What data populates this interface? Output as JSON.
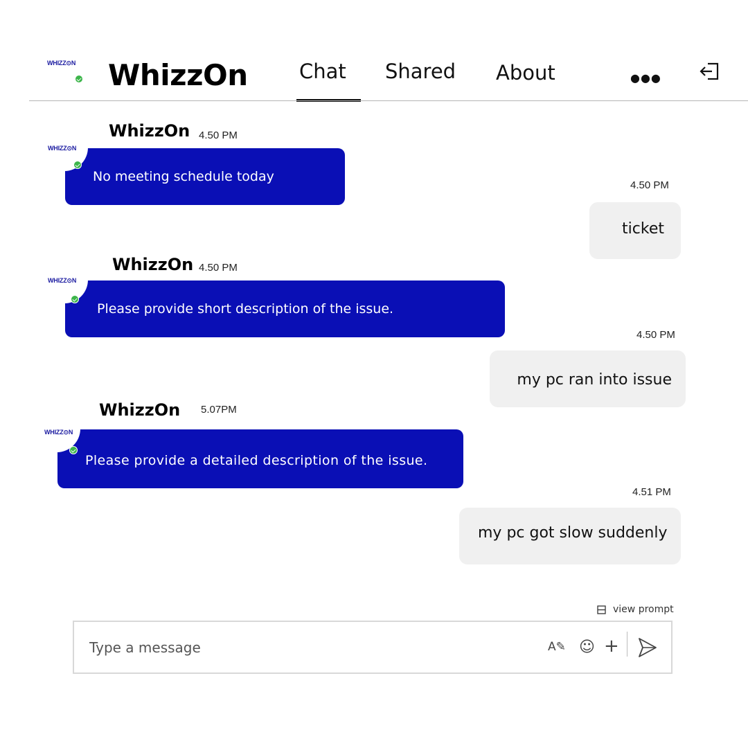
{
  "app": {
    "logo_text": "WHIZZ⊙N",
    "title": "WhizzOn"
  },
  "tabs": [
    {
      "label": "Chat",
      "active": true
    },
    {
      "label": "Shared",
      "active": false
    },
    {
      "label": "About",
      "active": false
    }
  ],
  "header_icons": {
    "more": "more-icon",
    "exit": "sign-out-icon",
    "more_glyph": "●●●"
  },
  "messages": [
    {
      "from": "bot",
      "sender": "WhizzOn",
      "time": "4.50 PM",
      "text": "No meeting schedule today"
    },
    {
      "from": "user",
      "time": "4.50 PM",
      "text": "ticket"
    },
    {
      "from": "bot",
      "sender": "WhizzOn",
      "time": "4.50 PM",
      "text": "Please provide short description of the issue."
    },
    {
      "from": "user",
      "time": "4.50 PM",
      "text": "my pc ran into issue"
    },
    {
      "from": "bot",
      "sender": "WhizzOn",
      "time": "5.07PM",
      "text": "Please provide a detailed description of the issue."
    },
    {
      "from": "user",
      "time": "4.51 PM",
      "text": "my pc got slow suddenly"
    }
  ],
  "composer": {
    "view_prompt_label": "view prompt",
    "placeholder": "Type a message",
    "value": "",
    "tools": {
      "format": "format-icon",
      "emoji": "emoji-icon",
      "attach": "plus-icon",
      "send": "send-icon"
    },
    "format_glyph": "A✎",
    "emoji_glyph": "☺",
    "plus_glyph": "+"
  },
  "colors": {
    "bot_bubble": "#0a0fb5",
    "user_bubble": "#f0f0f0",
    "status": "#3cb54a",
    "logo": "#1a1aa0"
  }
}
